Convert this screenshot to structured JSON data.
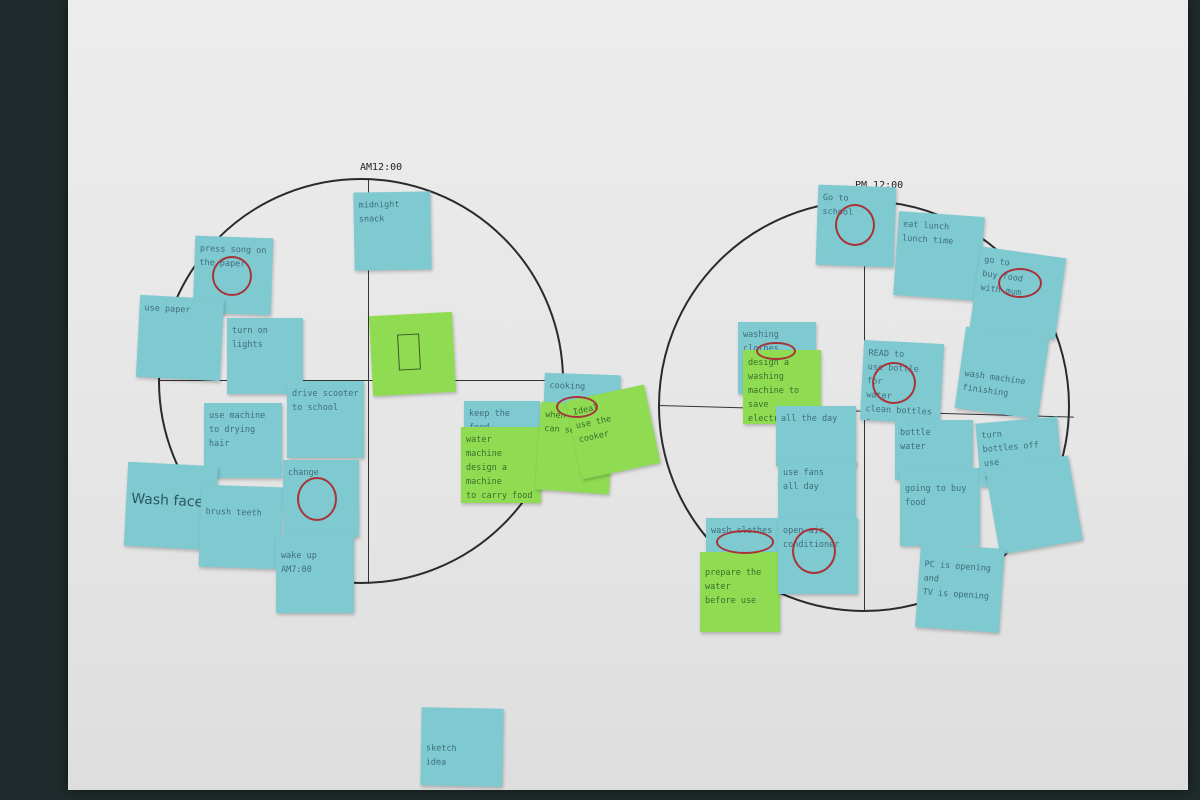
{
  "clocks": {
    "am_label": "AM12:00",
    "pm_label": "PM 12:00"
  },
  "notes": {
    "am_top": "midnight snack",
    "am_press": "press song on\nthe paper",
    "am_use_paper": "use paper",
    "am_turn_lights": "turn on\nlights",
    "am_drive": "drive scooter\nto school",
    "am_hair": "use machine\nto drying hair",
    "am_wash": "Wash face",
    "am_teeth": "brush teeth",
    "am_change": "change",
    "am_wakeup": "wake up\nAM7:00",
    "am_sketch": "",
    "am_green1": "water\nmachine\ndesign a machine\nto carry food",
    "am_keep": "keep the food",
    "am_green2": "when\ncan see",
    "am_green3": "Ideal\nuse the cooker",
    "am_blue_r": "cooking",
    "pm_top": "Go to\nschool",
    "pm_lunch": "eat lunch\nlunch time",
    "pm_right": "go to\nbuy food\nwith mum",
    "pm_wash": "washing clothes",
    "pm_green_design": "design a washing\nmachine to save\nelectricity and water\n(ideas)",
    "pm_read": "READ to\nuse bottle for\nwater\nclean bottles for\ndrink water",
    "pm_sketch": "wash machine\nfinishing",
    "pm_allday": "all the day",
    "pm_use": "use fans\nall day",
    "pm_bottle": "bottle\nwater",
    "pm_buy": "going to buy\nfood",
    "pm_tail": "turn\nbottles off\nuse\nelectricity",
    "pm_bl": "wash clothes",
    "pm_green_bl": "prepare the water\nbefore use",
    "pm_bm": "open air\nconditioner",
    "pm_pc": "PC is opening\nand\nTV is opening",
    "bottom": "sketch\nidea"
  }
}
